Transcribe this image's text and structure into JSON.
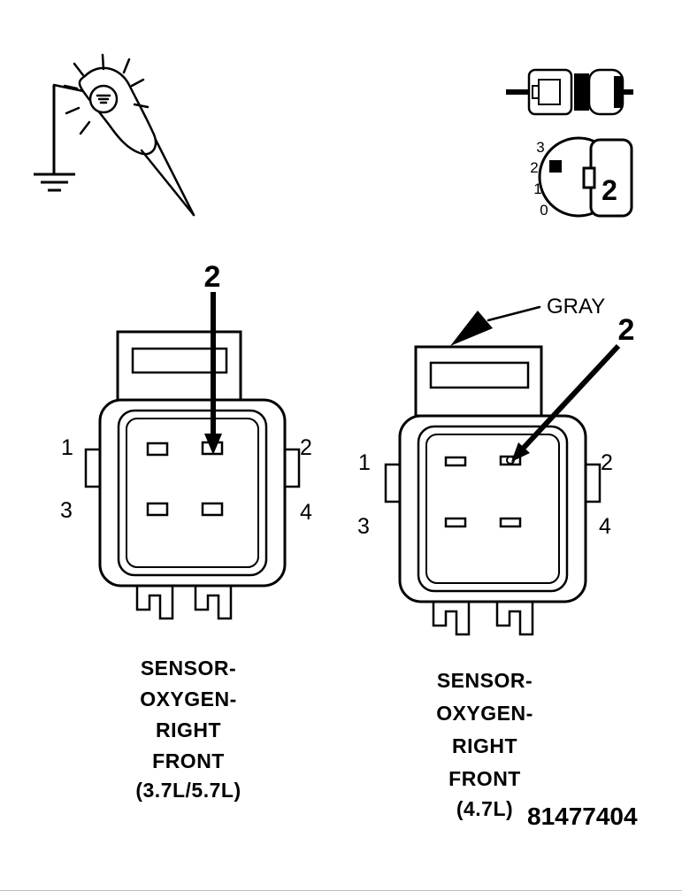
{
  "cavity_icon": {
    "numbers": [
      "3",
      "2",
      "1",
      "0"
    ],
    "selected_cavity": "2"
  },
  "left_connector": {
    "callout": "2",
    "pin_labels": {
      "p1": "1",
      "p2": "2",
      "p3": "3",
      "p4": "4"
    },
    "caption": [
      "SENSOR-",
      "OXYGEN-",
      "RIGHT",
      "FRONT",
      "(3.7L/5.7L)"
    ]
  },
  "right_connector": {
    "color_label": "GRAY",
    "callout": "2",
    "pin_labels": {
      "p1": "1",
      "p2": "2",
      "p3": "3",
      "p4": "4"
    },
    "caption": [
      "SENSOR-",
      "OXYGEN-",
      "RIGHT",
      "FRONT",
      "(4.7L)"
    ]
  },
  "part_number": "81477404"
}
